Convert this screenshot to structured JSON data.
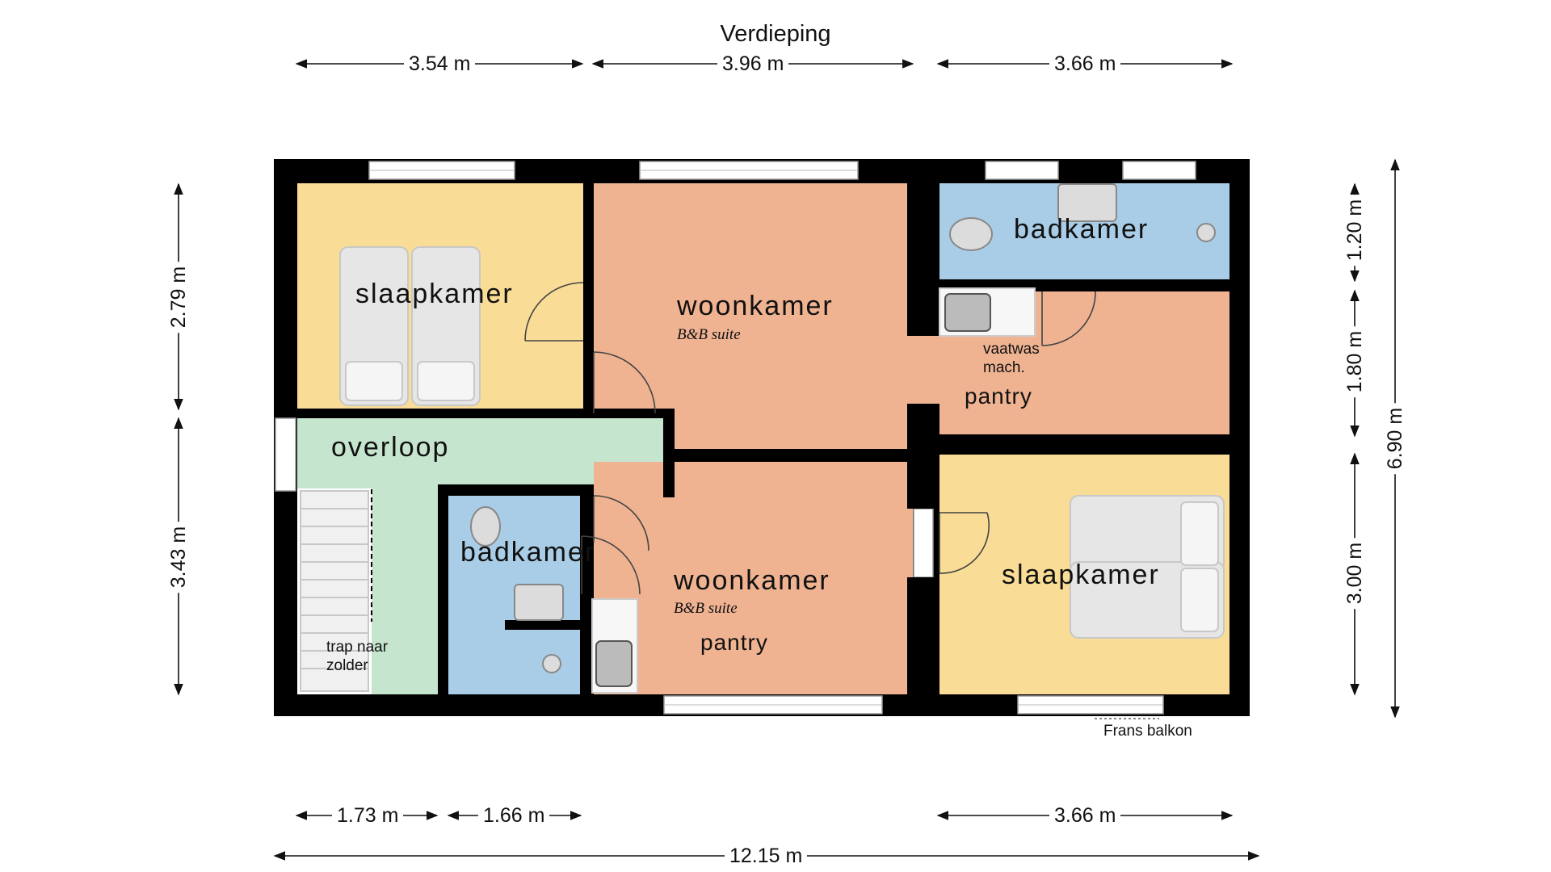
{
  "title": "Verdieping",
  "dimensions": {
    "top": [
      "3.54 m",
      "3.96 m",
      "3.66 m"
    ],
    "bottom": [
      "1.73 m",
      "1.66 m",
      "3.66 m"
    ],
    "total_width": "12.15 m",
    "left": [
      "2.79 m",
      "3.43 m"
    ],
    "right": [
      "1.20 m",
      "1.80 m",
      "3.00 m"
    ],
    "total_height": "6.90 m"
  },
  "rooms": {
    "slaapkamer_left": "slaapkamer",
    "woonkamer_top": "woonkamer",
    "woonkamer_top_sub": "B&B suite",
    "badkamer_top": "badkamer",
    "pantry_top": "pantry",
    "overloop": "overloop",
    "badkamer_bottom": "badkamer",
    "woonkamer_bottom": "woonkamer",
    "woonkamer_bottom_sub": "B&B suite",
    "pantry_bottom": "pantry",
    "slaapkamer_right": "slaapkamer"
  },
  "notes": {
    "vaatwas_line1": "vaatwas",
    "vaatwas_line2": "mach.",
    "trap_line1": "trap naar",
    "trap_line2": "zolder",
    "balkon": "Frans balkon"
  },
  "colors": {
    "wall": "#000000",
    "bedroom": "#f9dc95",
    "living": "#efb392",
    "bathroom": "#a9cde6",
    "landing": "#c6e5cf"
  }
}
